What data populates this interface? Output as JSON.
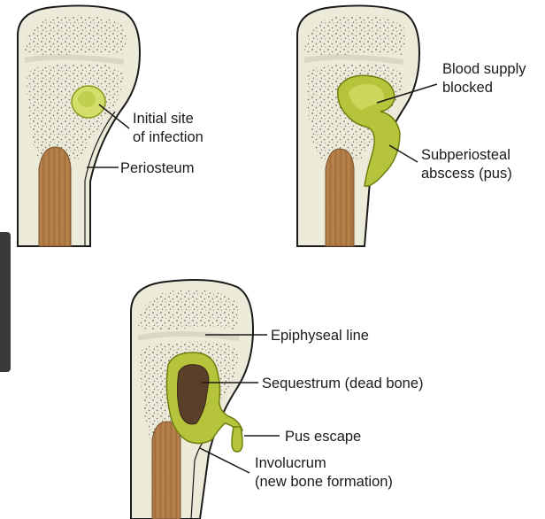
{
  "panels": [
    {
      "id": "initial",
      "labels": [
        {
          "key": "initial_site",
          "lines": [
            "Initial site",
            "of infection"
          ]
        },
        {
          "key": "periosteum",
          "lines": [
            "Periosteum"
          ]
        }
      ]
    },
    {
      "id": "abscess",
      "labels": [
        {
          "key": "blood_supply",
          "lines": [
            "Blood supply",
            "blocked"
          ]
        },
        {
          "key": "subperiosteal",
          "lines": [
            "Subperiosteal",
            "abscess (pus)"
          ]
        }
      ]
    },
    {
      "id": "chronic",
      "labels": [
        {
          "key": "epiphyseal",
          "lines": [
            "Epiphyseal line"
          ]
        },
        {
          "key": "sequestrum",
          "lines": [
            "Sequestrum (dead bone)"
          ]
        },
        {
          "key": "pus_escape",
          "lines": [
            "Pus escape"
          ]
        },
        {
          "key": "involucrum",
          "lines": [
            "Involucrum",
            "(new bone formation)"
          ]
        }
      ]
    }
  ],
  "colors": {
    "bone": "#ecebd9",
    "outline": "#1a1a1a",
    "marrow": "#b07a45",
    "pus": "#b5c43a",
    "pus_light": "#d3de6b",
    "dead_bone": "#5a4028",
    "tab": "#3a3a3a"
  }
}
